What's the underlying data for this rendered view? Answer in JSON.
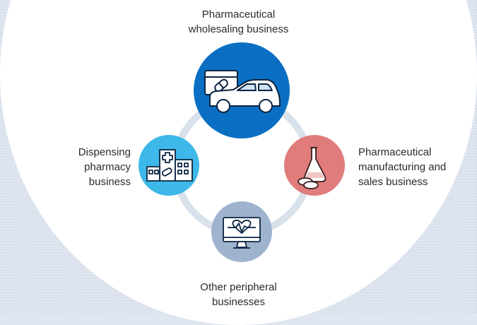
{
  "nodes": {
    "wholesale": {
      "label": "Pharmaceutical\nwholesaling business",
      "color": "#0a6fc2",
      "icon": "truck-medicine-icon"
    },
    "manufacturing": {
      "label": "Pharmaceutical\nmanufacturing and\nsales business",
      "color": "#e07c7c",
      "icon": "flask-pills-icon"
    },
    "pharmacy": {
      "label": "Dispensing\npharmacy\nbusiness",
      "color": "#3db8e8",
      "icon": "pharmacy-building-icon"
    },
    "peripheral": {
      "label": "Other peripheral\nbusinesses",
      "color": "#9fb3cf",
      "icon": "monitor-heartbeat-icon"
    }
  },
  "colors": {
    "ring": "#d9e1eb",
    "background": "#dfe6f0",
    "panel": "#ffffff"
  }
}
